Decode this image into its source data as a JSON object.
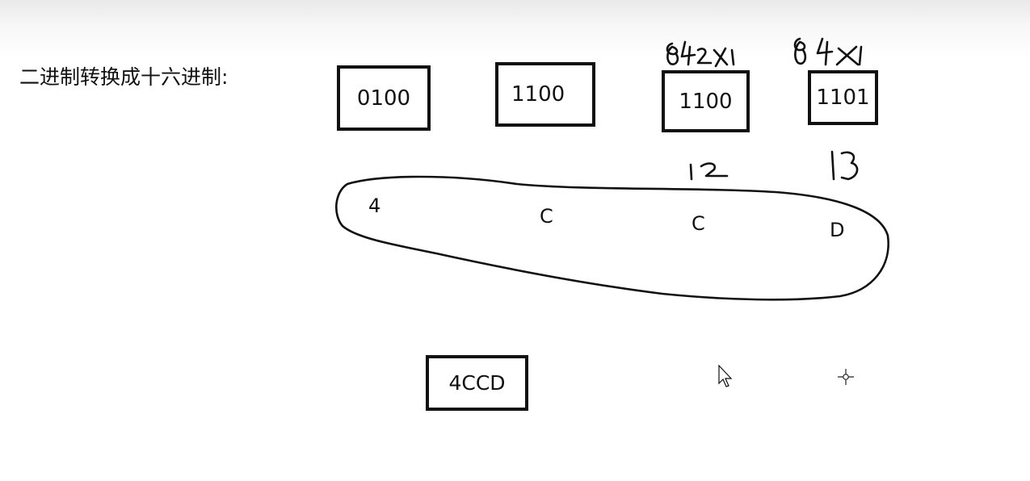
{
  "title": "二进制转换成十六进制:",
  "binary_groups": [
    "0100",
    "1100",
    "1100",
    "1101"
  ],
  "handwritten": {
    "weights_1": "8 4 2 1",
    "weights_2": "8 4 2 1",
    "value_3": "12",
    "value_4": "13"
  },
  "hex_digits": [
    "4",
    "C",
    "C",
    "D"
  ],
  "result": "4CCD",
  "colors": {
    "ink": "#111111",
    "background": "#ffffff"
  }
}
